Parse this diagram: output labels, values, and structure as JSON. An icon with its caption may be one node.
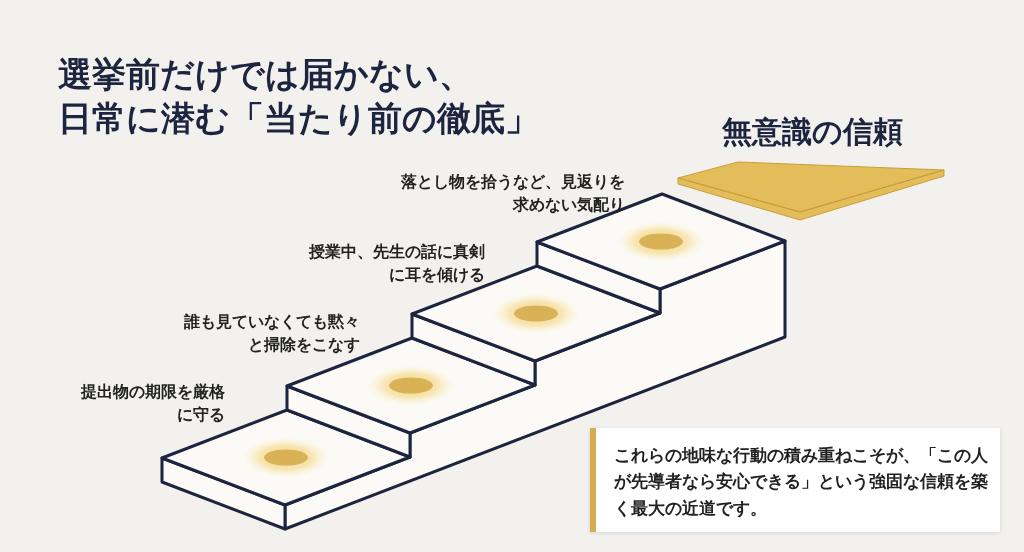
{
  "diagram": {
    "title": "選挙前だけでは届かない、日常に潜む「当たり前の徹底」",
    "nodes": [
      {
        "text": [
          "無意識の信頼"
        ]
      },
      {
        "text": [
          "これらの地味な行動の積み重ねこそが、「この人が先導者なら安心できる」という強固な信頼を築く最大の近道です。"
        ]
      }
    ],
    "labels": [
      "落とし物を拾うなど、見返りを求めない気配り",
      "授業中、先生の話に真剣に耳を傾ける",
      "誰も見ていなくても黙々と掃除をこなす",
      "提出物の期限を厳格に守る"
    ]
  }
}
